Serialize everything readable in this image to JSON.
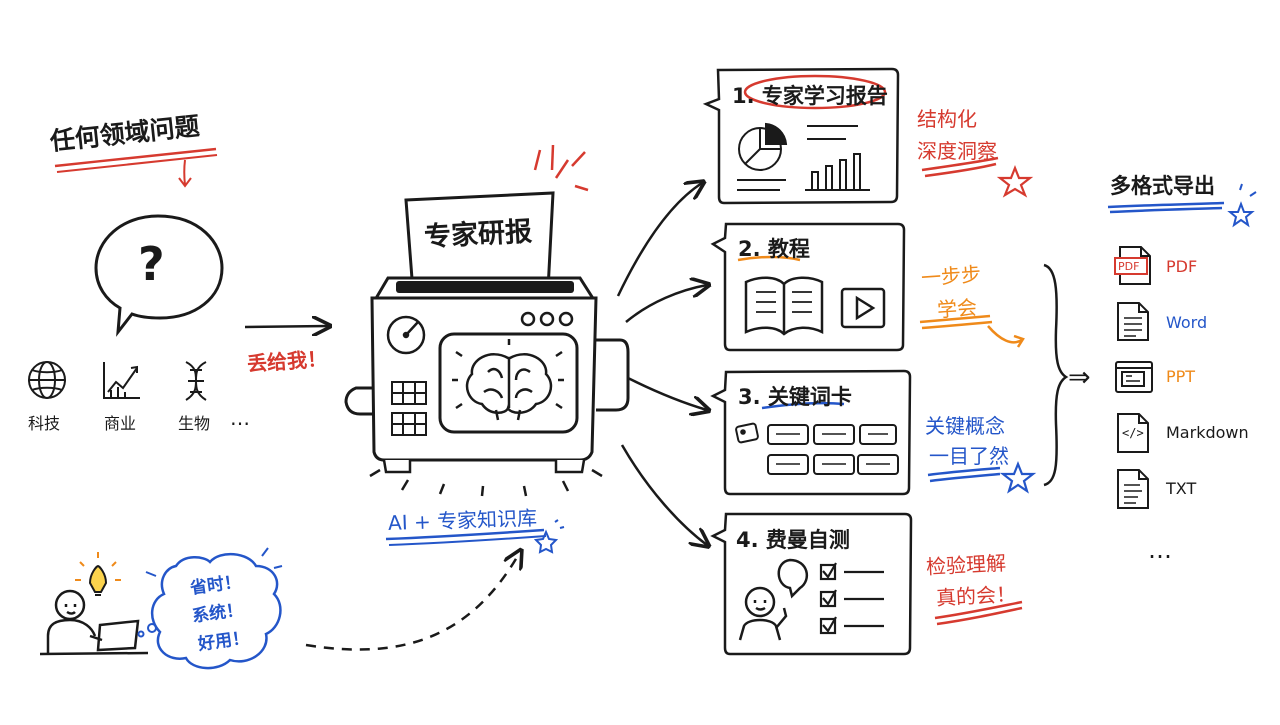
{
  "question": {
    "heading": "任何领域问题",
    "glyph": "?",
    "icons": [
      "globe-icon",
      "chart-icon",
      "dna-icon"
    ]
  },
  "domains": [
    {
      "label": "科技",
      "icon": "globe-icon"
    },
    {
      "label": "商业",
      "icon": "chart-icon"
    },
    {
      "label": "生物",
      "icon": "dna-icon"
    }
  ],
  "domains_more": "…",
  "input_arrow_label": "丢给我！",
  "machine": {
    "paper_title": "专家研报",
    "caption": "AI + 专家知识库",
    "parts": [
      "gauge-icon",
      "keypad-icon",
      "brain-icon"
    ]
  },
  "user": {
    "bubble_lines": [
      "省时！",
      "系统！",
      "好用！"
    ],
    "icons": [
      "lightbulb-icon",
      "person-icon",
      "laptop-icon"
    ]
  },
  "outputs": [
    {
      "title": "1. 专家学习报告",
      "note_lines": [
        "结构化",
        "深度洞察"
      ]
    },
    {
      "title": "2. 教程",
      "note_lines": [
        "一步步",
        "学会"
      ]
    },
    {
      "title": "3. 关键词卡",
      "note_lines": [
        "关键概念",
        "一目了然"
      ]
    },
    {
      "title": "4. 费曼自测",
      "note_lines": [
        "检验理解",
        "真的会！"
      ]
    }
  ],
  "export": {
    "heading": "多格式导出",
    "implies": "⇒",
    "formats": [
      {
        "label": "PDF",
        "icon": "pdf-file-icon",
        "badge": "PDF",
        "color": "#d63a2f"
      },
      {
        "label": "Word",
        "icon": "word-file-icon",
        "color": "#2456c9"
      },
      {
        "label": "PPT",
        "icon": "ppt-file-icon",
        "color": "#ef8a1a"
      },
      {
        "label": "Markdown",
        "icon": "markdown-file-icon",
        "badge": "</>",
        "color": "#1a1a1a"
      },
      {
        "label": "TXT",
        "icon": "txt-file-icon",
        "color": "#1a1a1a"
      }
    ],
    "more": "…"
  },
  "colors": {
    "ink": "#1a1a1a",
    "red": "#d63a2f",
    "blue": "#2456c9",
    "orange": "#ef8a1a"
  }
}
